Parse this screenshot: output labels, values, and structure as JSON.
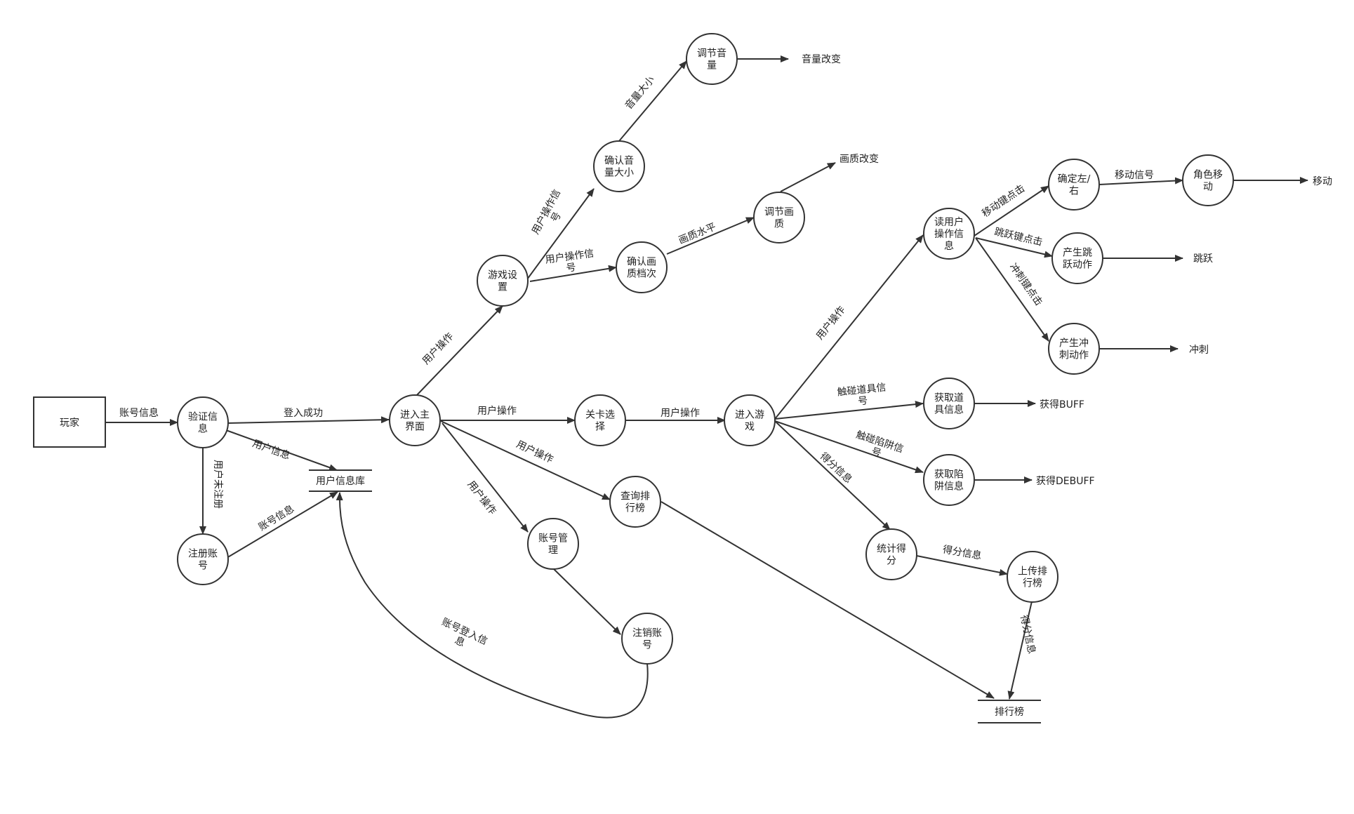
{
  "entity": {
    "label": "玩家"
  },
  "stores": {
    "user_db": "用户信息库",
    "leaderboard": "排行榜"
  },
  "nodes": {
    "verify": [
      "验证信",
      "息"
    ],
    "register": [
      "注册账",
      "号"
    ],
    "main": [
      "进入主",
      "界面"
    ],
    "settings": [
      "游戏设",
      "置"
    ],
    "confirm_volume": [
      "确认音",
      "量大小"
    ],
    "adjust_volume": [
      "调节音",
      "量"
    ],
    "confirm_quality": [
      "确认画",
      "质档次"
    ],
    "adjust_quality": [
      "调节画",
      "质"
    ],
    "level_select": [
      "关卡选",
      "择"
    ],
    "enter_game": [
      "进入游",
      "戏"
    ],
    "query_rank": [
      "查询排",
      "行榜"
    ],
    "account_mgmt": [
      "账号管",
      "理"
    ],
    "cancel_account": [
      "注销账",
      "号"
    ],
    "read_input": [
      "读用户",
      "操作信",
      "息"
    ],
    "lr": [
      "确定左/",
      "右"
    ],
    "char_move": [
      "角色移",
      "动"
    ],
    "jump_action": [
      "产生跳",
      "跃动作"
    ],
    "dash_action": [
      "产生冲",
      "刺动作"
    ],
    "get_item": [
      "获取道",
      "具信息"
    ],
    "get_trap": [
      "获取陷",
      "阱信息"
    ],
    "score": [
      "统计得",
      "分"
    ],
    "upload_rank": [
      "上传排",
      "行榜"
    ]
  },
  "outputs": {
    "volume_change": "音量改变",
    "quality_change": "画质改变",
    "move": "移动",
    "jump": "跳跃",
    "dash": "冲刺",
    "buff": "获得BUFF",
    "debuff": "获得DEBUFF"
  },
  "edge_labels": {
    "account_info": "账号信息",
    "login_success": "登入成功",
    "user_info": "用户信息",
    "unregistered": "用户未注册",
    "account_info_2": "账号信息",
    "user_op_settings": "用户操作",
    "user_op_signal_1": [
      "用户操作信",
      "号"
    ],
    "user_op_signal_2": [
      "用户操作信",
      "号"
    ],
    "volume_size": "音量大小",
    "quality_level": "画质水平",
    "user_op_level": "用户操作",
    "user_op_enter": "用户操作",
    "user_op_rank": "用户操作",
    "user_op_account": "用户操作",
    "account_login_info": [
      "账号登入信",
      "息"
    ],
    "user_op_game": "用户操作",
    "move_key": "移动键点击",
    "move_signal": "移动信号",
    "jump_key": "跳跃键点击",
    "dash_key": "冲刺键点击",
    "touch_item": [
      "触碰道具信",
      "号"
    ],
    "touch_trap": [
      "触碰陷阱信",
      "号"
    ],
    "score_info_1": "得分信息",
    "score_info_2": "得分信息",
    "score_info_3": "得分信息"
  }
}
